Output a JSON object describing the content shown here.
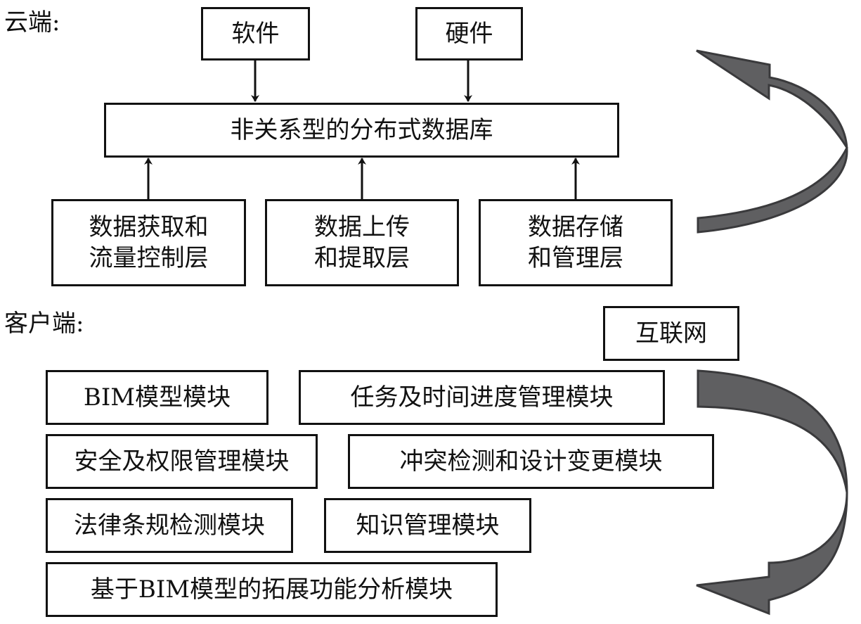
{
  "sections": {
    "cloud_label": "云端:",
    "client_label": "客户端:"
  },
  "cloud": {
    "top_boxes": [
      {
        "label": "软件"
      },
      {
        "label": "硬件"
      }
    ],
    "database": {
      "label": "非关系型的分布式数据库"
    },
    "layers": [
      {
        "label": "数据获取和\n流量控制层"
      },
      {
        "label": "数据上传\n和提取层"
      },
      {
        "label": "数据存储\n和管理层"
      }
    ]
  },
  "internet": {
    "label": "互联网"
  },
  "client": {
    "modules": [
      {
        "label": "BIM模型模块"
      },
      {
        "label": "任务及时间进度管理模块"
      },
      {
        "label": "安全及权限管理模块"
      },
      {
        "label": "冲突检测和设计变更模块"
      },
      {
        "label": "法律条规检测模块"
      },
      {
        "label": "知识管理模块"
      },
      {
        "label": "基于BIM模型的拓展功能分析模块"
      }
    ]
  },
  "colors": {
    "curved_arrow_fill": "#5f5f61",
    "curved_arrow_stroke": "#3a3a3c",
    "line": "#111111"
  }
}
